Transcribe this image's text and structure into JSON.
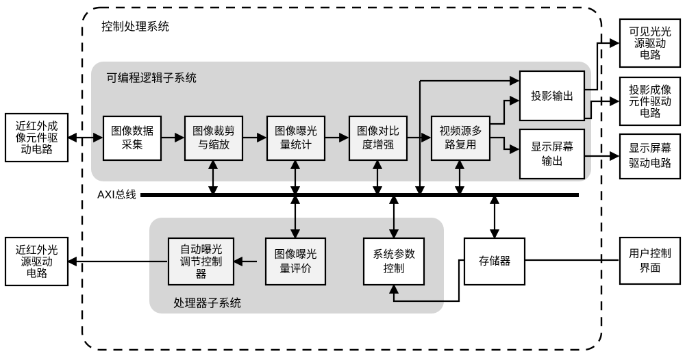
{
  "diagram": {
    "type": "block-diagram",
    "title_label": "控制处理系统",
    "bus": {
      "label": "AXI总线"
    },
    "groups": [
      {
        "id": "pl",
        "label": "可编程逻辑子系统"
      },
      {
        "id": "ps",
        "label": "处理器子系统"
      }
    ],
    "blocks": {
      "nir_imaging_driver": "近红外成像元件驱动电路",
      "image_capture": "图像数据采集",
      "image_crop_scale": "图像裁剪与缩放",
      "image_exposure_stats": "图像曝光量统计",
      "image_contrast_enhance": "图像对比度增强",
      "video_mux": "视频源多路复用",
      "projection_output": "投影输出",
      "display_output": "显示屏幕输出",
      "visible_light_driver": "可见光光源驱动电路",
      "projection_element_driver": "投影成像元件驱动电路",
      "display_screen_driver": "显示屏幕驱动电路",
      "nir_light_driver": "近红外光源驱动电路",
      "auto_exposure_ctrl": "自动曝光调节控制器",
      "image_exposure_eval": "图像曝光量评价",
      "system_param_ctrl": "系统参数控制",
      "memory": "存储器",
      "user_interface": "用户控制界面"
    },
    "block_lines": {
      "nir_imaging_driver": [
        "近红外成",
        "像元件驱",
        "动电路"
      ],
      "image_capture": [
        "图像数据",
        "采集"
      ],
      "image_crop_scale": [
        "图像裁剪",
        "与缩放"
      ],
      "image_exposure_stats": [
        "图像曝光",
        "量统计"
      ],
      "image_contrast_enhance": [
        "图像对比",
        "度增强"
      ],
      "video_mux": [
        "视频源多",
        "路复用"
      ],
      "projection_output": [
        "投影输出"
      ],
      "display_output": [
        "显示屏幕",
        "输出"
      ],
      "visible_light_driver": [
        "可见光光",
        "源驱动",
        "电路"
      ],
      "projection_element_driver": [
        "投影成像",
        "元件驱动",
        "电路"
      ],
      "display_screen_driver": [
        "显示屏幕",
        "驱动电路"
      ],
      "nir_light_driver": [
        "近红外光",
        "源驱动",
        "电路"
      ],
      "auto_exposure_ctrl": [
        "自动曝光",
        "调节控制",
        "器"
      ],
      "image_exposure_eval": [
        "图像曝光",
        "量评价"
      ],
      "system_param_ctrl": [
        "系统参数",
        "控制"
      ],
      "memory": [
        "存储器"
      ],
      "user_interface": [
        "用户控制",
        "界面"
      ]
    },
    "colors": {
      "group_fill": "#d6d6d6",
      "box_fill": "#ffffff",
      "box_fill_gray": "#f2f2f2",
      "line": "#000000",
      "background": "#ffffff"
    }
  }
}
